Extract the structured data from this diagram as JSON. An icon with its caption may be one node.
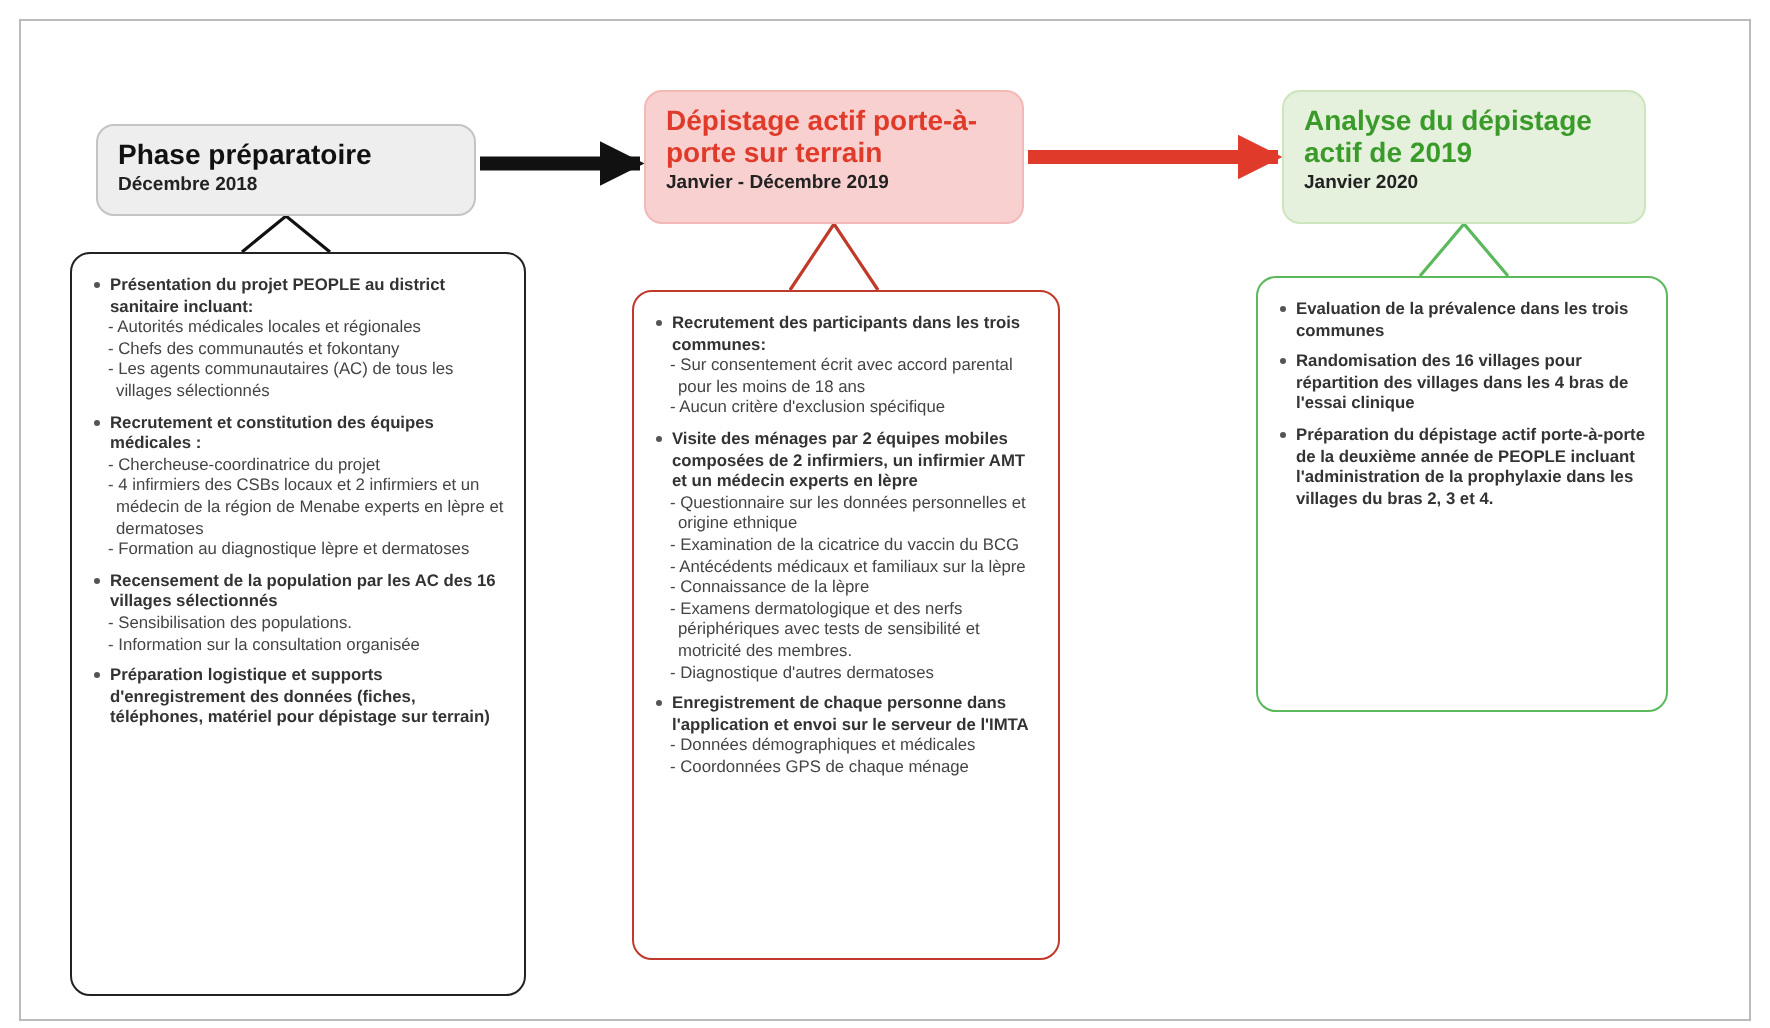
{
  "diagram": {
    "nodes": [
      {
        "text": [
          "Phase préparatoire",
          "Décembre 2018"
        ]
      },
      {
        "text": [
          "Présentation du projet PEOPLE au district sanitaire incluant:",
          "- Autorités médicales locales et régionales",
          "- Chefs des communautés et fokontany",
          "- Les agents communautaires (AC) de tous les villages sélectionnés",
          "Recrutement et constitution des équipes médicales :",
          "- Chercheuse-coordinatrice du projet",
          "- 4 infirmiers des CSBs locaux et 2 infirmiers et un médecin de la région de Menabe experts en lèpre et dermatoses",
          "- Formation au diagnostique lèpre et dermatoses",
          "Recensement de la population par les AC des 16 villages sélectionnés",
          "- Sensibilisation des populations.",
          "- Information sur la consultation organisée",
          "Préparation logistique et supports d'enregistrement des données (fiches, téléphones, matériel pour dépistage sur terrain)"
        ]
      },
      {
        "text": [
          "Dépistage actif porte-à-porte sur terrain",
          "Janvier - Décembre 2019"
        ]
      },
      {
        "text": [
          "Recrutement des participants dans les trois communes:",
          "- Sur consentement écrit avec accord parental pour les moins de 18 ans",
          "- Aucun critère d'exclusion spécifique",
          "Visite des ménages par 2 équipes mobiles composées de 2 infirmiers, un infirmier AMT et un médecin experts en lèpre",
          "- Questionnaire sur les données personnelles et origine ethnique",
          "- Examination de la cicatrice du vaccin du BCG",
          "- Antécédents médicaux et familiaux sur la lèpre",
          "- Connaissance de la lèpre",
          "- Examens dermatologique et des nerfs périphériques avec tests de sensibilité et motricité des membres.",
          "- Diagnostique d'autres dermatoses",
          "Enregistrement de chaque personne dans l'application et envoi sur le serveur de l'IMTA",
          "- Données démographiques et médicales",
          "- Coordonnées GPS de chaque ménage"
        ]
      },
      {
        "text": [
          "Analyse du dépistage actif de 2019",
          "Janvier 2020"
        ]
      },
      {
        "text": [
          "Evaluation de la prévalence dans les trois communes",
          "Randomisation des 16 villages pour répartition des villages dans les 4 bras de l'essai clinique",
          "Préparation du dépistage actif porte-à-porte de la deuxième année de PEOPLE incluant l'administration de la prophylaxie dans les villages du bras 2, 3 et 4."
        ]
      }
    ],
    "edges": [
      {
        "from": 0,
        "to": 2,
        "arrow": "to",
        "style": "thick"
      },
      {
        "from": 0,
        "to": 1,
        "arrow": "none"
      },
      {
        "from": 2,
        "to": 4,
        "arrow": "to",
        "style": "thick",
        "color": "#e03a2a"
      },
      {
        "from": 2,
        "to": 3,
        "arrow": "none",
        "color": "#c0392b"
      },
      {
        "from": 4,
        "to": 5,
        "arrow": "none",
        "color": "#5cb85c"
      }
    ]
  }
}
